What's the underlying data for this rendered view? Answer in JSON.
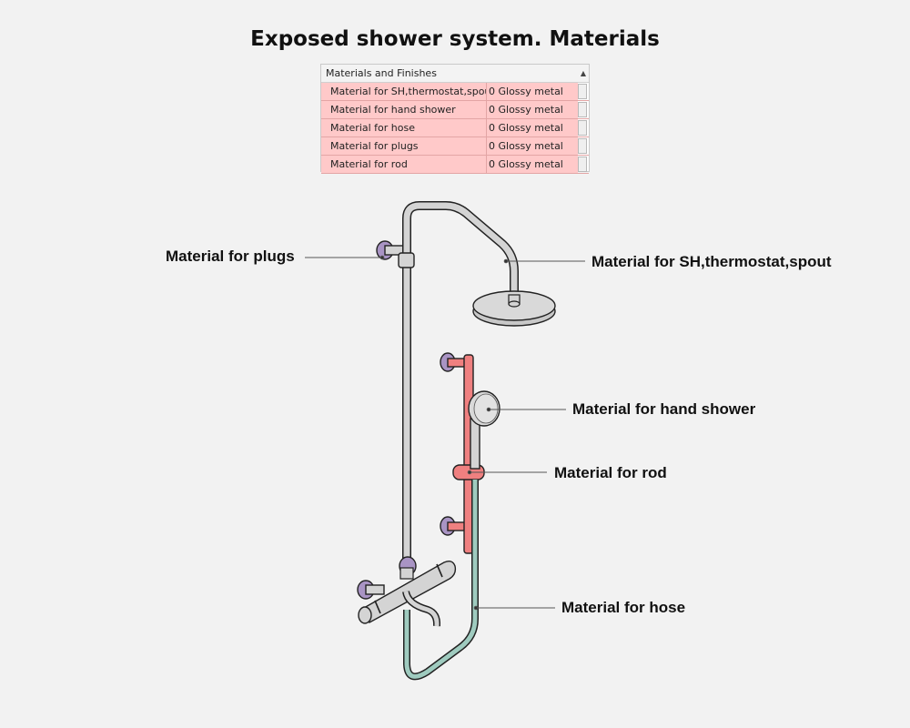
{
  "title": "Exposed shower system. Materials",
  "properties_panel": {
    "header": "Materials and Finishes",
    "rows": [
      {
        "label": "Material for SH,thermostat,spout",
        "value": "0 Glossy metal"
      },
      {
        "label": "Material for hand shower",
        "value": "0 Glossy metal"
      },
      {
        "label": "Material for hose",
        "value": "0 Glossy metal"
      },
      {
        "label": "Material for plugs",
        "value": "0 Glossy metal"
      },
      {
        "label": "Material for rod",
        "value": "0 Glossy metal"
      }
    ]
  },
  "callouts": {
    "plugs": "Material for plugs",
    "sh_thermostat_spout": "Material for SH,thermostat,spout",
    "hand_shower": "Material for hand shower",
    "rod": "Material for rod",
    "hose": "Material for hose"
  },
  "colors": {
    "metal": "#d4d4d4",
    "plug": "#a994c4",
    "rod": "#ef8080",
    "hose": "#9fcbbf",
    "highlight_row": "#ffc9c9"
  }
}
